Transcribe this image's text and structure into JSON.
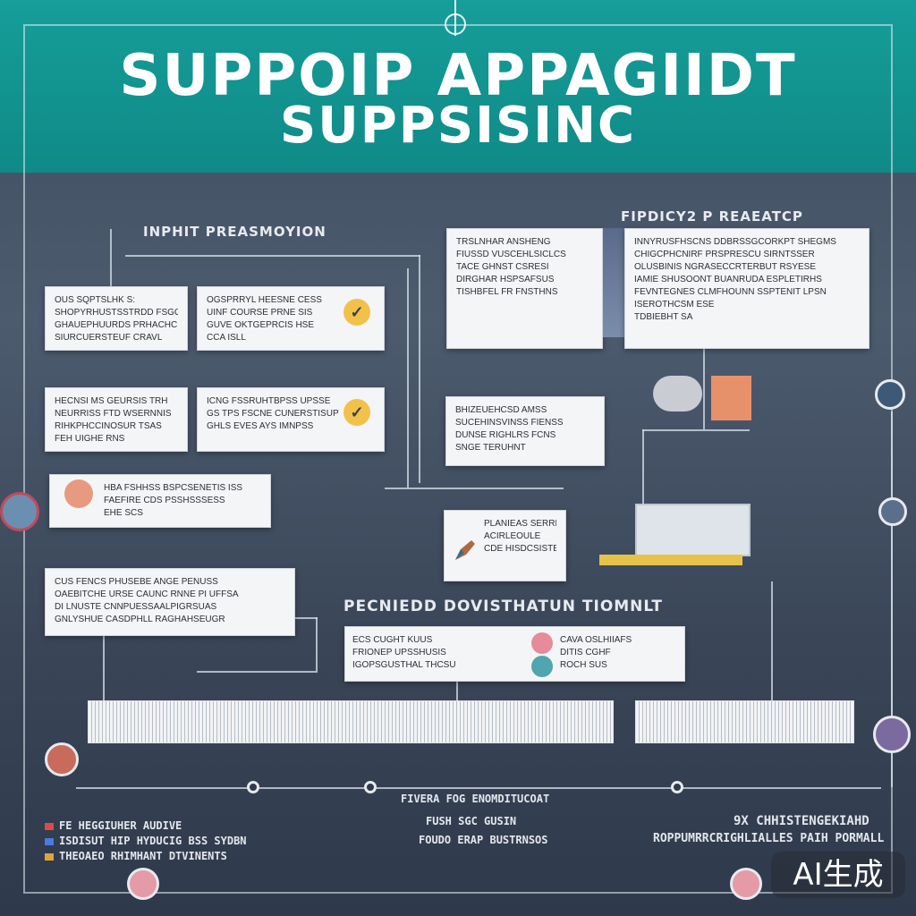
{
  "header": {
    "title_line1": "SUPPOIP APPAGIIDT",
    "title_line2": "SUPPSISINC"
  },
  "sections": {
    "left_heading": "INPHIT  PREASMOYION",
    "right_heading": "FIPDICY2  P REAEATCP",
    "middle_heading": "PECNIEDD DOVISTHATUN TIOMNLT"
  },
  "cards": {
    "left1": [
      "OUS SQPTSLHK S:",
      "SHOPYRHUSTSSTRDD FSGGLDS",
      "GHAUEPHUURDS PRHACHC",
      "SIURCUERSTEUF CRAVL"
    ],
    "left2": [
      "OGSPRRYL HEESNE CESS",
      "UINF COURSE PRNE SIS",
      "GUVE OKTGEPRCIS HSE",
      "CCA ISLL"
    ],
    "left3": [
      "HECNSI MS GEURSIS  TRH",
      "NEURRISS FTD WSERNNIS",
      "RIHKPHCCINOSUR TSAS",
      "FEH  UIGHE RNS"
    ],
    "left4": [
      "ICNG FSSRUHTBPSS UPSSE",
      "GS TPS FSCNE CUNERSTISUPT",
      "GHLS EVES AYS IMNPSS"
    ],
    "left5": [
      "HBA FSHHSS  BSPCSENETIS ISS",
      "FAEFIRE CDS PSSHSSSESS",
      "EHE SCS"
    ],
    "left6": [
      "CUS FENCS PHUSEBE ANGE PENUSS",
      "OAEBITCHE URSE CAUNC RNNE PI UFFSA",
      "DI LNUSTE CNNPUESSAALPIGRSUAS",
      "GNLYSHUE CASDPHLL RAGHAHSEUGR"
    ],
    "right1": [
      "TRSLNHAR ANSHENG",
      "FIUSSD VUSCEHLSICLCS",
      "TACE GHNST CSRESI",
      "DIRGHAR HSPSAFSUS",
      "TISHBFEL FR FNSTHNS"
    ],
    "right2": [
      "INNYRUSFHSCNS DDBRSSGCORKPT SHEGMS",
      "CHIGCPHCNIRF PRSPRESCU SIRNTSSER",
      "OLUSBINIS NGRASECCRTERBUT RSYESE",
      "IAMIE SHUSOONT BUANRUDA ESPLETIRHS",
      "FEVNTEGNES CLMFHOUNN SSPTENIT LPSN",
      "ISEROTHCSM ESE",
      "TDBIEBHT SA"
    ],
    "right3": [
      "BHIZEUEHCSD AMSS",
      "SUCEHINSVINSS FIENSS",
      "DUNSE RIGHLRS FCNS",
      "SNGE TERUHNT"
    ],
    "right4": [
      "PLANIEAS SERRE",
      "ACIRLEOULE",
      "CDE HISDCSISTE"
    ],
    "right5": [
      "ECS CUGHT KUUS",
      "FRIONEP UPSSHUSIS",
      "IGOPSGUSTHAL THCSU",
      "CAVA OSLHIIAFS"
    ],
    "right6": [
      "DITIS CGHF",
      "ROCH SUS"
    ]
  },
  "footer": {
    "center_title": "FIVERA FOG ENOMDITUCOAT",
    "center_line2": "FUSH SGC GUSIN",
    "center_line3": "FOUDO ERAP  BUSTRNSOS",
    "left_lines": [
      "FE HEGGIUHER AUDIVE",
      "ISDISUT HIP HYDUCIG BSS SYDBN",
      "THEOAEO RHIMHANT DTVINENTS"
    ],
    "right_line1": "9X  CHHISTENGEKIAHD",
    "right_line2": "ROPPUMRRCRIGHLIALLES PAIH PORMALL"
  },
  "watermark": "AI生成",
  "colors": {
    "banner": "#159c98",
    "accent": "#f2c14a",
    "background": "#46546a"
  }
}
